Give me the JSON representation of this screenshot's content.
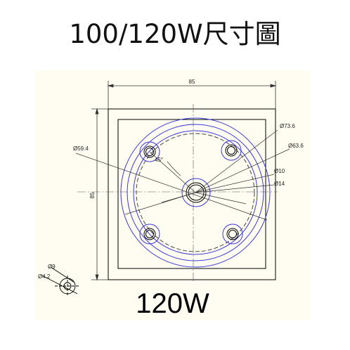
{
  "title": "100/120W尺寸圖",
  "model_label": "120W",
  "dimensions": {
    "width": "85",
    "height": "85",
    "d_73_6": "Ø73.6",
    "d_63_6": "Ø63.6",
    "d_59_4": "Ø59.4",
    "d_10": "Ø10",
    "d_14": "Ø14",
    "d_9": "Ø9",
    "d_4_2": "Ø4.2",
    "angle": "45°"
  },
  "colors": {
    "panel": "#fffdf2",
    "outline": "#000000",
    "circle": "#3a3ad8",
    "dim_line": "#333333"
  }
}
